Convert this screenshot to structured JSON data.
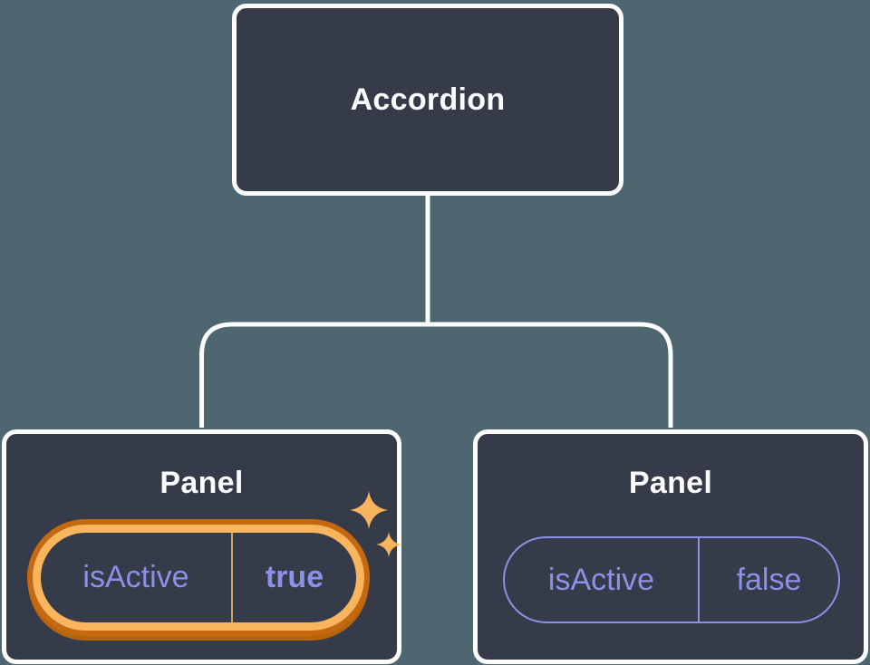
{
  "diagram": {
    "root": {
      "label": "Accordion"
    },
    "panels": [
      {
        "label": "Panel",
        "prop_key": "isActive",
        "prop_value": "true",
        "highlighted": true
      },
      {
        "label": "Panel",
        "prop_key": "isActive",
        "prop_value": "false",
        "highlighted": false
      }
    ],
    "icons": [
      "sparkle-large-icon",
      "sparkle-small-icon"
    ],
    "colors": {
      "background": "#4d6670",
      "node_fill": "#353b48",
      "node_border": "#fcfcfd",
      "connector": "#fcfcfd",
      "prop_text_purple": "#8b90e8",
      "prop_border_purple": "#8a8fe2",
      "highlight_gold_ring": "#f9b45e",
      "highlight_dark_orange_ring": "#c4690f",
      "highlight_divider_gold": "#d6a054",
      "sparkle_gold": "#f7b35e"
    }
  }
}
